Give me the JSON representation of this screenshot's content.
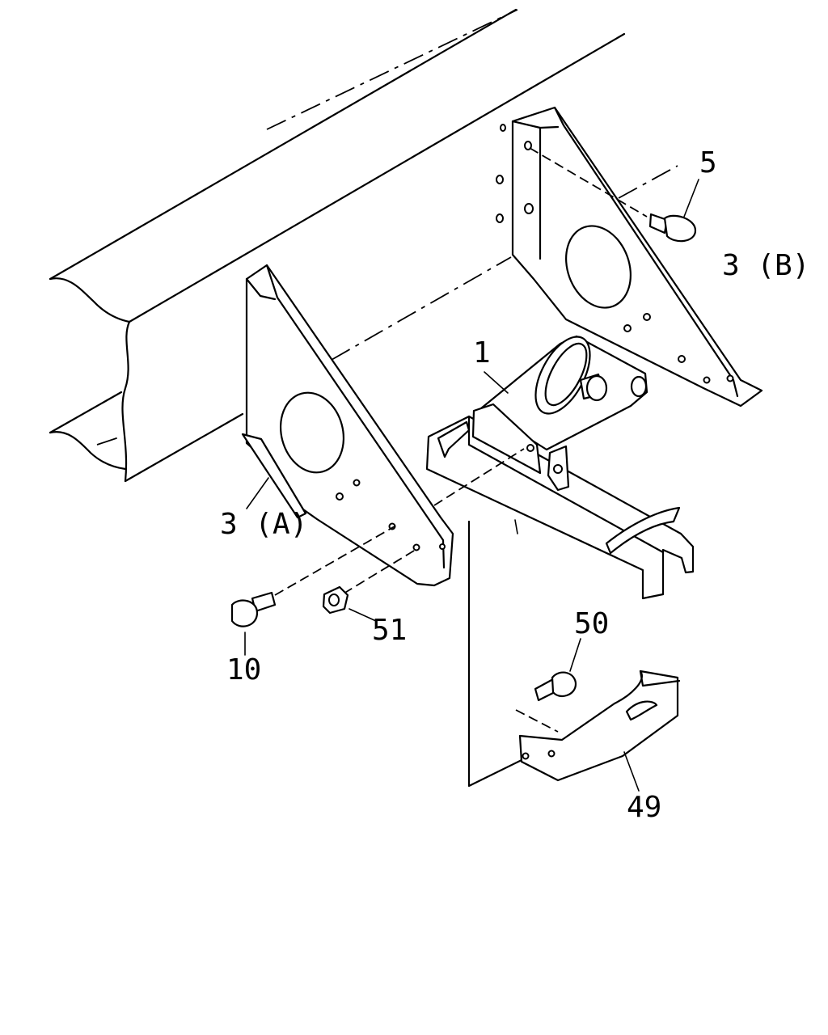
{
  "callouts": {
    "part_1": "1",
    "part_3a": "3 (A)",
    "part_3b": "3 (B)",
    "part_5": "5",
    "part_10": "10",
    "part_49": "49",
    "part_50": "50",
    "part_51": "51"
  },
  "colors": {
    "ink": "#000000",
    "paper": "#ffffff"
  }
}
